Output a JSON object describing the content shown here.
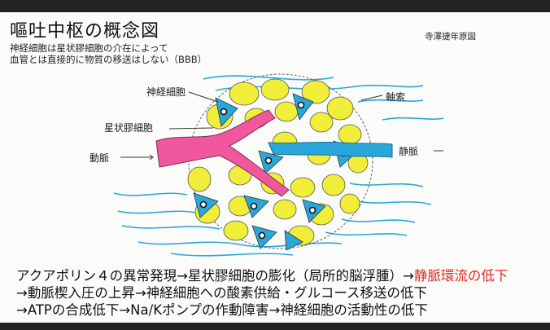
{
  "slide": {
    "title": "嘔吐中枢の概念図",
    "subtitle_lines": [
      "神経細胞は星状膠細胞の介在によって",
      "血管とは直接的に物質の移送はしない（BBB）"
    ],
    "author": "寺澤捷年原図"
  },
  "diagram_labels": {
    "neuron": "神経細胞",
    "astrocyte": "星状膠細胞",
    "artery": "動脈",
    "axon": "軸索",
    "vein": "静脈"
  },
  "colors": {
    "neuron": "#2aa7da",
    "astrocyte": "#f1ee3a",
    "artery": "#f0579c",
    "vein": "#2aa7da",
    "accent_red": "#e0261f"
  },
  "bottom_text": {
    "line1_main": "アクアポリン４の異常発現→星状膠細胞の膨化（局所的脳浮腫）→",
    "line1_red": "静脈環流の低下",
    "line2": "→動脈楔入圧の上昇→神経細胞への酸素供給・グルコース移送の低下",
    "line3": "→ATPの合成低下→Na/Kポンプの作動障害→神経細胞の活動性の低下"
  }
}
